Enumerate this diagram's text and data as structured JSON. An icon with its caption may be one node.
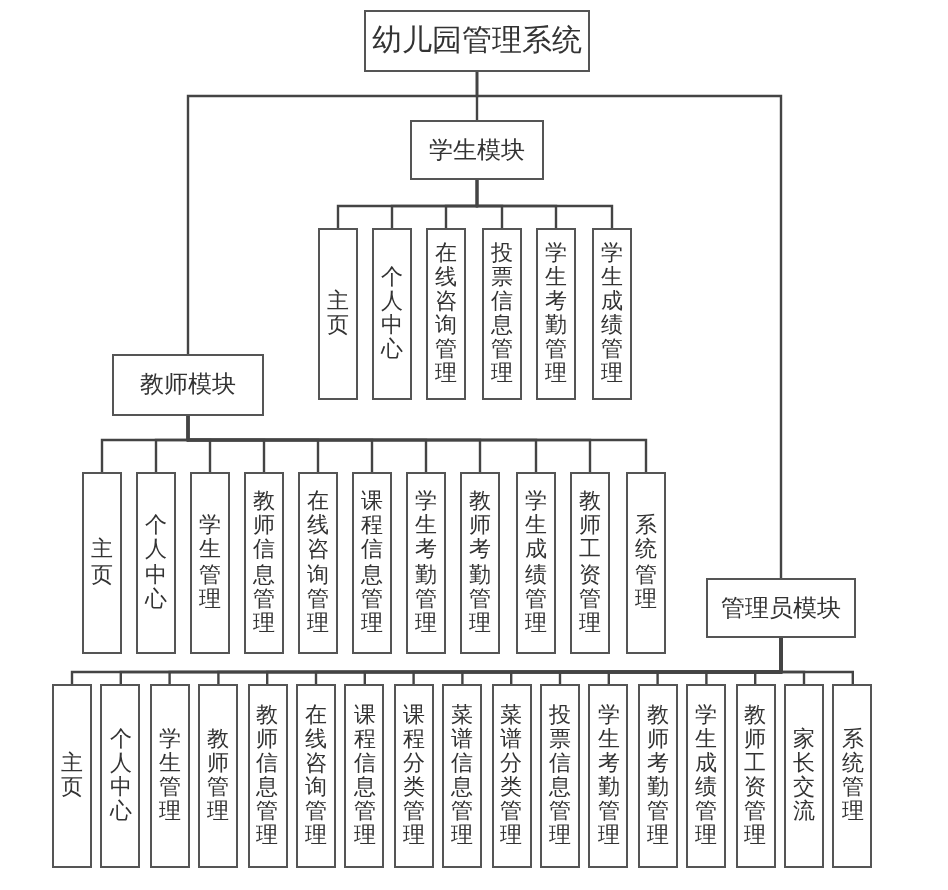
{
  "diagram": {
    "nodes": [
      {
        "text": [
          "幼儿园管理系统"
        ]
      },
      {
        "text": [
          "学生模块"
        ]
      },
      {
        "text": [
          "主页"
        ]
      },
      {
        "text": [
          "个人中心"
        ]
      },
      {
        "text": [
          "在线咨询管理"
        ]
      },
      {
        "text": [
          "投票信息管理"
        ]
      },
      {
        "text": [
          "学生考勤管理"
        ]
      },
      {
        "text": [
          "学生成绩管理"
        ]
      },
      {
        "text": [
          "教师模块"
        ]
      },
      {
        "text": [
          "主页"
        ]
      },
      {
        "text": [
          "个人中心"
        ]
      },
      {
        "text": [
          "学生管理"
        ]
      },
      {
        "text": [
          "教师信息管理"
        ]
      },
      {
        "text": [
          "在线咨询管理"
        ]
      },
      {
        "text": [
          "课程信息管理"
        ]
      },
      {
        "text": [
          "学生考勤管理"
        ]
      },
      {
        "text": [
          "教师考勤管理"
        ]
      },
      {
        "text": [
          "学生成绩管理"
        ]
      },
      {
        "text": [
          "教师工资管理"
        ]
      },
      {
        "text": [
          "系统管理"
        ]
      },
      {
        "text": [
          "管理员模块"
        ]
      },
      {
        "text": [
          "主页"
        ]
      },
      {
        "text": [
          "个人中心"
        ]
      },
      {
        "text": [
          "学生管理"
        ]
      },
      {
        "text": [
          "教师管理"
        ]
      },
      {
        "text": [
          "教师信息管理"
        ]
      },
      {
        "text": [
          "在线咨询管理"
        ]
      },
      {
        "text": [
          "课程信息管理"
        ]
      },
      {
        "text": [
          "课程分类管理"
        ]
      },
      {
        "text": [
          "菜谱信息管理"
        ]
      },
      {
        "text": [
          "菜谱分类管理"
        ]
      },
      {
        "text": [
          "投票信息管理"
        ]
      },
      {
        "text": [
          "学生考勤管理"
        ]
      },
      {
        "text": [
          "教师考勤管理"
        ]
      },
      {
        "text": [
          "学生成绩管理"
        ]
      },
      {
        "text": [
          "教师工资管理"
        ]
      },
      {
        "text": [
          "家长交流"
        ]
      },
      {
        "text": [
          "系统管理"
        ]
      }
    ],
    "edges": [
      {
        "from": 0,
        "to": 1,
        "arrow": "none"
      },
      {
        "from": 0,
        "to": 8,
        "arrow": "none"
      },
      {
        "from": 0,
        "to": 20,
        "arrow": "none"
      },
      {
        "from": 1,
        "to": 2,
        "arrow": "none"
      },
      {
        "from": 1,
        "to": 3,
        "arrow": "none"
      },
      {
        "from": 1,
        "to": 4,
        "arrow": "none"
      },
      {
        "from": 1,
        "to": 5,
        "arrow": "none"
      },
      {
        "from": 1,
        "to": 6,
        "arrow": "none"
      },
      {
        "from": 1,
        "to": 7,
        "arrow": "none"
      },
      {
        "from": 8,
        "to": 9,
        "arrow": "none"
      },
      {
        "from": 8,
        "to": 10,
        "arrow": "none"
      },
      {
        "from": 8,
        "to": 11,
        "arrow": "none"
      },
      {
        "from": 8,
        "to": 12,
        "arrow": "none"
      },
      {
        "from": 8,
        "to": 13,
        "arrow": "none"
      },
      {
        "from": 8,
        "to": 14,
        "arrow": "none"
      },
      {
        "from": 8,
        "to": 15,
        "arrow": "none"
      },
      {
        "from": 8,
        "to": 16,
        "arrow": "none"
      },
      {
        "from": 8,
        "to": 17,
        "arrow": "none"
      },
      {
        "from": 8,
        "to": 18,
        "arrow": "none"
      },
      {
        "from": 8,
        "to": 19,
        "arrow": "none"
      },
      {
        "from": 20,
        "to": 21,
        "arrow": "none"
      },
      {
        "from": 20,
        "to": 22,
        "arrow": "none"
      },
      {
        "from": 20,
        "to": 23,
        "arrow": "none"
      },
      {
        "from": 20,
        "to": 24,
        "arrow": "none"
      },
      {
        "from": 20,
        "to": 25,
        "arrow": "none"
      },
      {
        "from": 20,
        "to": 26,
        "arrow": "none"
      },
      {
        "from": 20,
        "to": 27,
        "arrow": "none"
      },
      {
        "from": 20,
        "to": 28,
        "arrow": "none"
      },
      {
        "from": 20,
        "to": 29,
        "arrow": "none"
      },
      {
        "from": 20,
        "to": 30,
        "arrow": "none"
      },
      {
        "from": 20,
        "to": 31,
        "arrow": "none"
      },
      {
        "from": 20,
        "to": 32,
        "arrow": "none"
      },
      {
        "from": 20,
        "to": 33,
        "arrow": "none"
      },
      {
        "from": 20,
        "to": 34,
        "arrow": "none"
      },
      {
        "from": 20,
        "to": 35,
        "arrow": "none"
      },
      {
        "from": 20,
        "to": 36,
        "arrow": "none"
      },
      {
        "from": 20,
        "to": 37,
        "arrow": "none"
      }
    ]
  }
}
